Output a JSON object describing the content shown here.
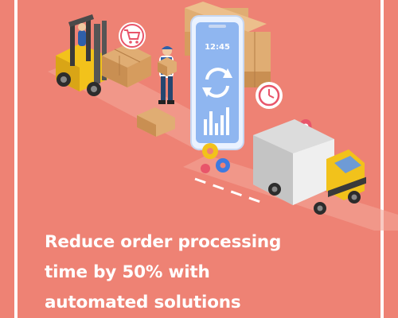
{
  "phone": {
    "time": "12:45"
  },
  "headline": {
    "line1": "Reduce order processing",
    "line2": "time by 50% with",
    "line3": "automated solutions"
  },
  "colors": {
    "background": "#ee8274",
    "border": "#ffffff",
    "text": "#ffffff",
    "phone_screen": "#8fb6f0",
    "truck_cab": "#f2c21b",
    "boxes": "#e0ad73"
  },
  "icons": [
    "forklift-icon",
    "shopping-cart-icon",
    "worker-icon",
    "smartphone-icon",
    "sync-arrows-icon",
    "clock-icon",
    "location-pin-icon",
    "gear-icon",
    "delivery-truck-icon",
    "cardboard-box-icon"
  ]
}
